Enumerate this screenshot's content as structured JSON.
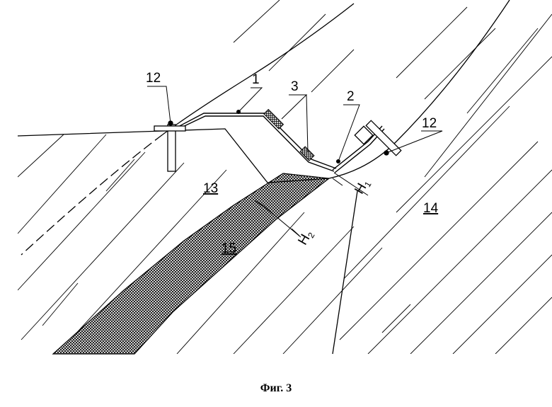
{
  "labels": {
    "bolt_left": "12",
    "plate_1": "1",
    "plate_2": "2",
    "gasket": "3",
    "bolt_right": "12",
    "h1_main": "H",
    "h1_sub": "1",
    "h2_main": "H",
    "h2_sub": "2",
    "part_13": "13",
    "part_14": "14",
    "part_15": "15"
  },
  "caption": "Фиг. 3"
}
